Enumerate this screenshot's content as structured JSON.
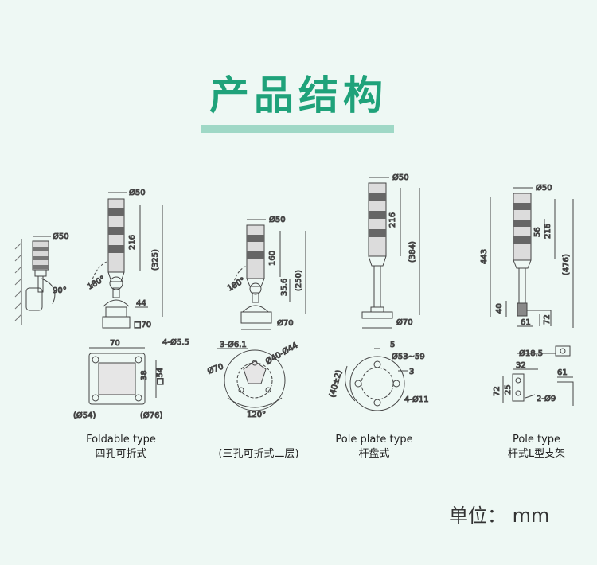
{
  "header": {
    "title": "产品结构"
  },
  "drawings": {
    "wall": {
      "dia": "Ø50",
      "angle": "90°"
    },
    "foldable": {
      "dia": "Ø50",
      "h216": "216",
      "h325": "(325)",
      "angle": "180°",
      "h44": "44",
      "base": "□70",
      "w70": "70",
      "holes": "4-Ø5.5",
      "h38": "38",
      "sq54": "□54",
      "d54": "(Ø54)",
      "d76": "(Ø76)"
    },
    "three": {
      "dia": "Ø50",
      "h160": "160",
      "h35": "35.6",
      "h250": "(250)",
      "angle": "180°",
      "d70": "Ø70",
      "holes": "3-Ø6.1",
      "d40": "Ø40-Ø44",
      "d70b": "Ø70",
      "a120": "120°"
    },
    "pole": {
      "dia": "Ø50",
      "h216": "216",
      "h384": "(384)",
      "d70": "Ø70",
      "w5": "5",
      "d53": "Ø53~59",
      "w3": "3",
      "r40": "(40±2)",
      "holes": "4-Ø11"
    },
    "lbr": {
      "dia": "Ø50",
      "h443": "443",
      "h56": "56",
      "h216": "216",
      "h476": "(476)",
      "h40": "40",
      "w61": "61",
      "h72": "72",
      "d18": "Ø18.5",
      "w32": "32",
      "w61b": "61",
      "h72b": "72",
      "h25": "25",
      "holes": "2-Ø9"
    }
  },
  "captions": [
    {
      "en": "Foldable type",
      "cn": "四孔可折式"
    },
    {
      "en": "",
      "cn": "(三孔可折式二层)"
    },
    {
      "en": "Pole plate type",
      "cn": "杆盘式"
    },
    {
      "en": "Pole type",
      "cn": "杆式L型支架"
    }
  ],
  "unit": "单位： mm"
}
